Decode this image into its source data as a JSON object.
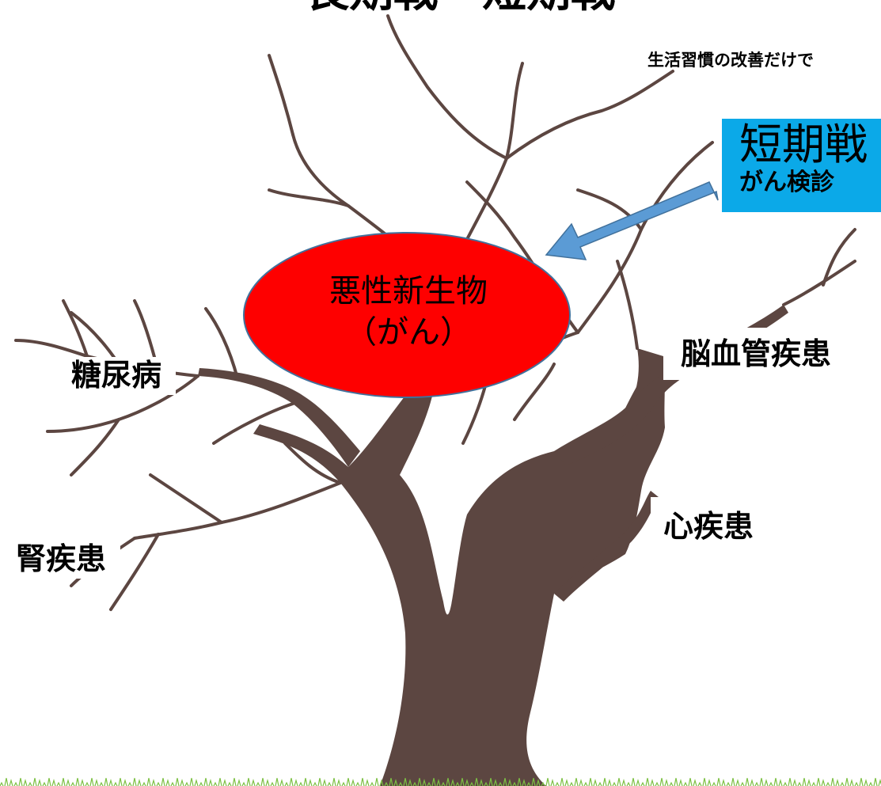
{
  "title": "長期戦・短期戦",
  "note": "生活習慣の改善だけで",
  "strategy": {
    "title": "短期戦",
    "subtitle": "がん検診"
  },
  "cancer": {
    "line1": "悪性新生物",
    "line2": "（がん）"
  },
  "diseases": {
    "diabetes": "糖尿病",
    "kidney": "腎疾患",
    "cerebrovascular": "脳血管疾患",
    "heart": "心疾患"
  },
  "colors": {
    "tree": "#5c4641",
    "cancer_fill": "#fe0000",
    "cancer_outline": "#41719c",
    "arrow": "#5b9bd5",
    "strategy_box": "#0ba9e8",
    "grass": "#7cc043"
  }
}
